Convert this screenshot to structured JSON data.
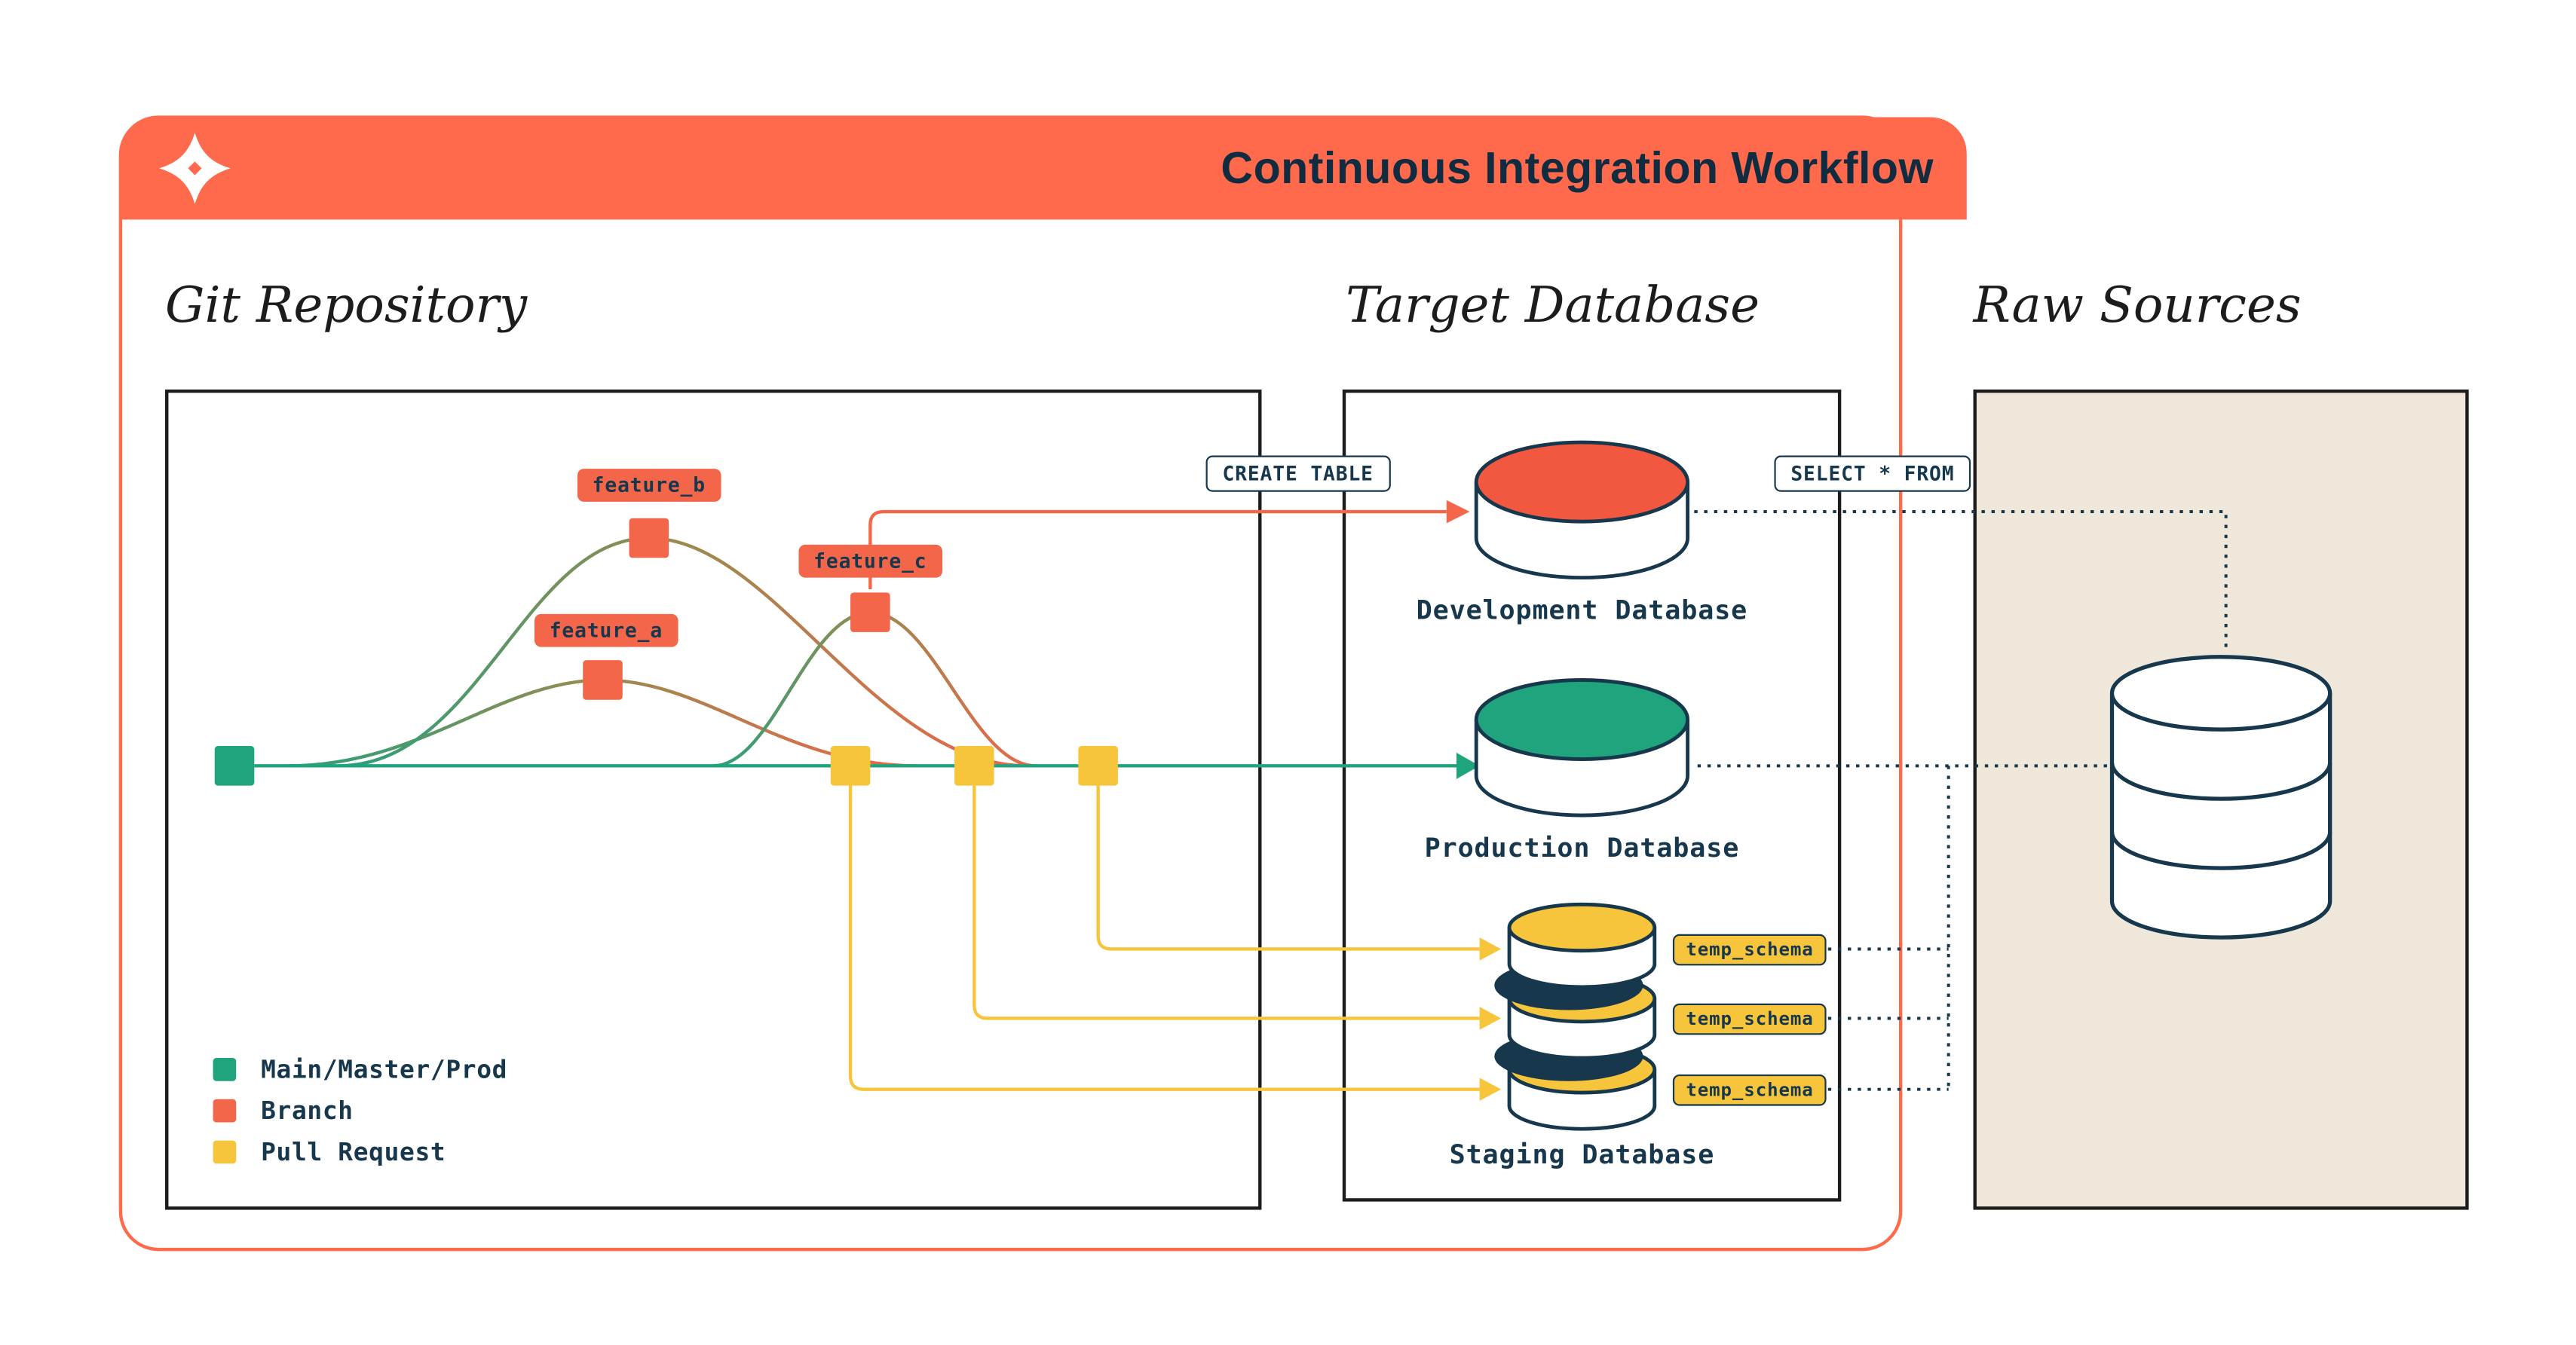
{
  "header": {
    "title": "Continuous Integration Workflow",
    "logo": "dbt-logo"
  },
  "sections": {
    "git_repository": "Git Repository",
    "target_database": "Target Database",
    "raw_sources": "Raw Sources"
  },
  "git": {
    "branches": [
      {
        "label": "feature_b"
      },
      {
        "label": "feature_a"
      },
      {
        "label": "feature_c"
      }
    ],
    "legend": [
      {
        "label": "Main/Master/Prod",
        "color": "#1fa47d"
      },
      {
        "label": "Branch",
        "color": "#f3664a"
      },
      {
        "label": "Pull Request",
        "color": "#f7c53c"
      }
    ]
  },
  "flow_labels": {
    "create_table": "CREATE TABLE",
    "select_from": "SELECT * FROM"
  },
  "target": {
    "databases": [
      {
        "name": "Development Database",
        "top_color": "#f2573f"
      },
      {
        "name": "Production Database",
        "top_color": "#1fa47d"
      },
      {
        "name": "Staging Database",
        "top_color": "#f7c53c"
      }
    ],
    "temp_schemas": [
      "temp_schema",
      "temp_schema",
      "temp_schema"
    ]
  },
  "colors": {
    "accent_orange": "#ff6a4c",
    "coral": "#f3664a",
    "teal": "#1fa47d",
    "yellow": "#f7c53c",
    "navy": "#17374c",
    "beige": "#efe8da"
  }
}
